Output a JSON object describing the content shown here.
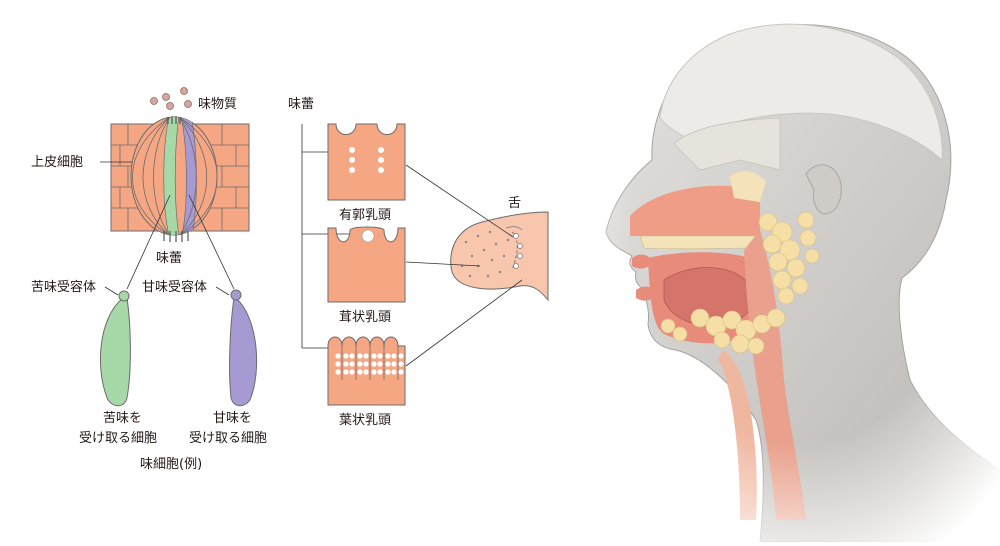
{
  "labels": {
    "taste_substance": "味物質",
    "epithelial_cell": "上皮細胞",
    "taste_bud_left": "味蕾",
    "bitter_receptor": "苦味受容体",
    "sweet_receptor": "甘味受容体",
    "bitter_cell_line1": "苦味を",
    "bitter_cell_line2": "受け取る細胞",
    "sweet_cell_line1": "甘味を",
    "sweet_cell_line2": "受け取る細胞",
    "taste_cell_example": "味細胞(例)",
    "taste_bud_middle": "味蕾",
    "circumvallate": "有郭乳頭",
    "fungiform": "茸状乳頭",
    "foliate": "葉状乳頭",
    "tongue": "舌"
  },
  "colors": {
    "tissue": "#f5a784",
    "tissue_stroke": "#6b6b6b",
    "bitter": "#a7d8a8",
    "sweet": "#a79ad2",
    "skin": "#d7d5d2",
    "glands": "#f5dfa6",
    "mouth": "#e88b7a"
  }
}
